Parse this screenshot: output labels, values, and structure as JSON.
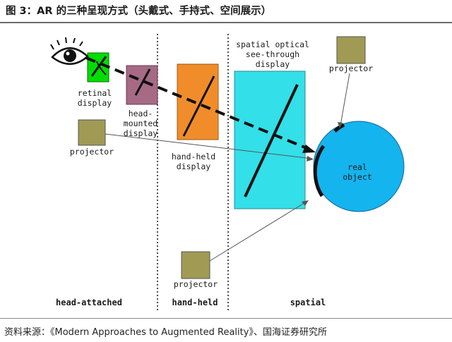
{
  "title": "图 3：AR 的三种呈现方式（头戴式、手持式、空间展示）",
  "labels": {
    "retinal_display": [
      "retinal",
      "display"
    ],
    "head_mounted_display": [
      "head-",
      "mounted",
      "display"
    ],
    "hand_held_display": [
      "hand-held",
      "display"
    ],
    "spatial_optical": [
      "spatial optical",
      "see-through",
      "display"
    ],
    "projector_top": "projector",
    "projector_left": "projector",
    "projector_bottom": "projector",
    "real_object": [
      "real",
      "object"
    ]
  },
  "zones": {
    "head_attached": "head-attached",
    "hand_held": "hand-held",
    "spatial": "spatial"
  },
  "source": "资料来源：《Modern Approaches to Augmented Reality》、国海证券研究所",
  "colors": {
    "retinal": "#00dd00",
    "head_mounted": "#a66a85",
    "hand_held": "#f08d2a",
    "spatial": "#33dfe8",
    "projector": "#a09a55",
    "real_object": "#14b4ee"
  }
}
